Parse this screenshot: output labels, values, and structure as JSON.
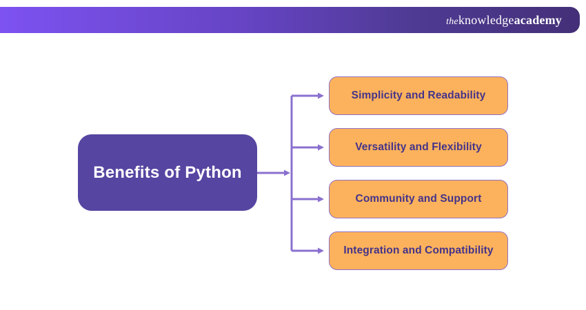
{
  "header": {
    "logo": {
      "the": "the",
      "knowledge": "knowledge",
      "academy": "academy"
    }
  },
  "diagram": {
    "root": {
      "label": "Benefits of Python"
    },
    "branches": [
      {
        "label": "Simplicity and Readability"
      },
      {
        "label": "Versatility and Flexibility"
      },
      {
        "label": "Community and Support"
      },
      {
        "label": "Integration and Compatibility"
      }
    ]
  },
  "colors": {
    "header_gradient_left": "#7d52f1",
    "header_gradient_mid": "#6443c0",
    "header_gradient_mid2": "#4e3a92",
    "header_gradient_right": "#443078",
    "root_fill": "#5645a1",
    "root_text": "#ffffff",
    "benefit_fill": "#fcb25c",
    "benefit_border": "#8f6fc4",
    "benefit_text": "#44338a",
    "connector": "#8a70cf"
  }
}
